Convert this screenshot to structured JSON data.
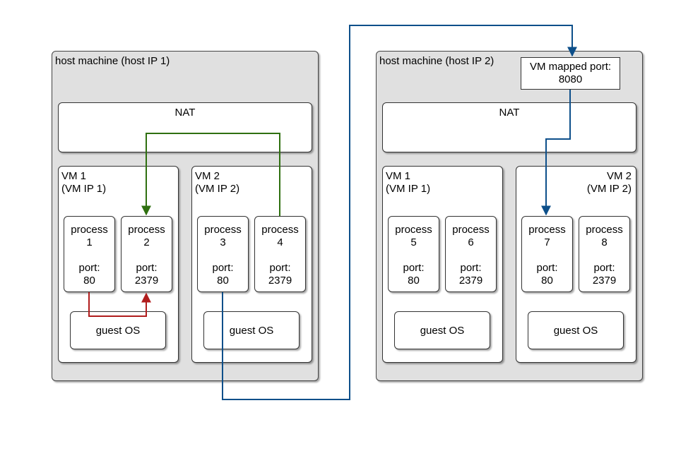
{
  "hosts": [
    {
      "title": "host machine (host IP 1)",
      "nat": "NAT",
      "vms": [
        {
          "name": "VM 1",
          "ip": "(VM IP 1)",
          "processes": [
            {
              "name": "process",
              "num": "1",
              "port_label": "port:",
              "port": "80"
            },
            {
              "name": "process",
              "num": "2",
              "port_label": "port:",
              "port": "2379"
            }
          ],
          "os": "guest OS"
        },
        {
          "name": "VM 2",
          "ip": "(VM IP 2)",
          "processes": [
            {
              "name": "process",
              "num": "3",
              "port_label": "port:",
              "port": "80"
            },
            {
              "name": "process",
              "num": "4",
              "port_label": "port:",
              "port": "2379"
            }
          ],
          "os": "guest OS"
        }
      ]
    },
    {
      "title": "host machine (host IP 2)",
      "nat": "NAT",
      "mapped_port": {
        "label": "VM mapped port:",
        "value": "8080"
      },
      "vms": [
        {
          "name": "VM 1",
          "ip": "(VM IP 1)",
          "processes": [
            {
              "name": "process",
              "num": "5",
              "port_label": "port:",
              "port": "80"
            },
            {
              "name": "process",
              "num": "6",
              "port_label": "port:",
              "port": "2379"
            }
          ],
          "os": "guest OS"
        },
        {
          "name": "VM 2",
          "ip": "(VM IP 2)",
          "processes": [
            {
              "name": "process",
              "num": "7",
              "port_label": "port:",
              "port": "80"
            },
            {
              "name": "process",
              "num": "8",
              "port_label": "port:",
              "port": "2379"
            }
          ],
          "os": "guest OS"
        }
      ]
    }
  ],
  "colors": {
    "connection_red": "#b01c1c",
    "connection_green": "#2f7010",
    "connection_blue": "#0d4f8a"
  }
}
